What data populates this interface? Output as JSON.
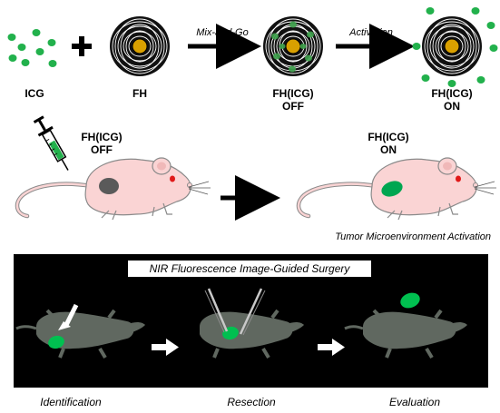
{
  "labels": {
    "icg": "ICG",
    "fh": "FH",
    "fh_icg_off_top": "FH(ICG)",
    "off_top": "OFF",
    "fh_icg_on_top": "FH(ICG)",
    "on_top": "ON",
    "mix_and_go": "Mix-and-Go",
    "activation": "Activation",
    "fh_icg_off_mouse": "FH(ICG)",
    "off_mouse": "OFF",
    "fh_icg_on_mouse": "FH(ICG)",
    "on_mouse": "ON",
    "tme_activation": "Tumor Microenvironment Activation",
    "panel_title": "NIR Fluorescence Image-Guided Surgery",
    "identification": "Identification",
    "resection": "Resection",
    "evaluation": "Evaluation"
  },
  "colors": {
    "icg_green": "#22b14c",
    "tumor_green": "#00a651",
    "mouse_pink": "#fad4d4",
    "mouse_outline": "#8a8a8a",
    "tumor_gray": "#5a5a5a",
    "panel_bg": "#000000",
    "panel_mouse": "#606860",
    "fh_core": "#d9a000"
  }
}
